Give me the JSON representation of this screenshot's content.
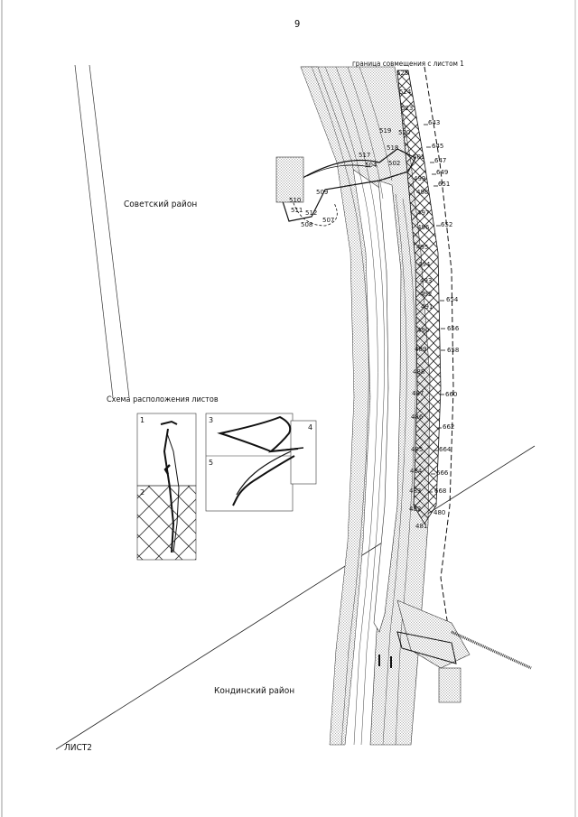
{
  "page_number": "9",
  "labels": {
    "district_north": "Советский район",
    "district_south": "Кондинский район",
    "scheme_title": "Схема расположения листов",
    "boundary_note": "граница совмещения с листом 1",
    "sheet_label": "ЛИСТ2"
  },
  "scheme_sheets": [
    "1",
    "2",
    "3",
    "4",
    "5"
  ],
  "point_labels_right": [
    "643",
    "645",
    "647",
    "649",
    "651",
    "652",
    "654",
    "656",
    "658",
    "660",
    "662",
    "664",
    "666",
    "668",
    "480",
    "481"
  ],
  "point_labels_left": [
    "525",
    "524",
    "523",
    "519",
    "520",
    "518",
    "517",
    "504",
    "502",
    "501",
    "499",
    "498",
    "497",
    "496",
    "495",
    "494",
    "493",
    "492",
    "491",
    "490",
    "489",
    "488",
    "487",
    "486",
    "485",
    "484",
    "483",
    "482"
  ],
  "point_labels_loop": [
    "509",
    "510",
    "511",
    "512",
    "507",
    "508"
  ]
}
